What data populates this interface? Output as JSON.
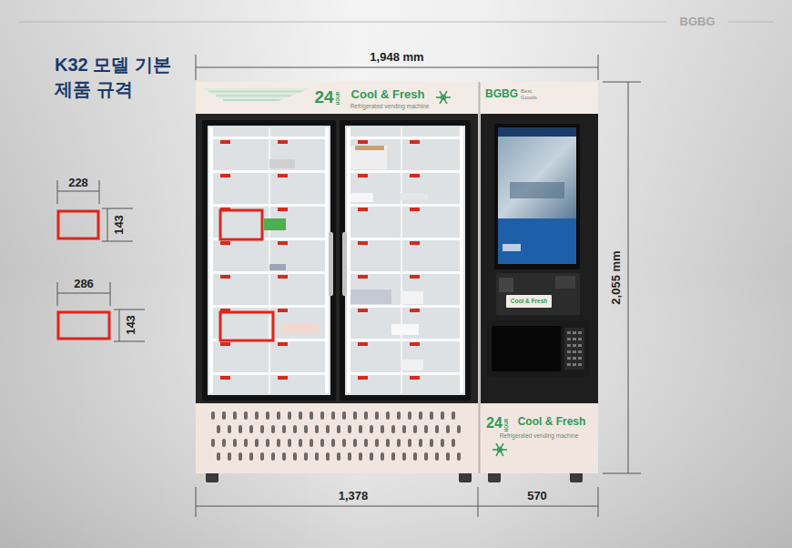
{
  "diagram": {
    "title": "K32 모델 기본 제품 규격",
    "labels": [
      "BGBG",
      "1,948 mm",
      "2,055 mm",
      "1,378",
      "570",
      "228",
      "143",
      "286",
      "143",
      "24",
      "HOUR",
      "Cool & Fresh",
      "Refrigerated vending machine",
      "BGBG",
      "Best Goods",
      "Cool & Fresh",
      "24",
      "HOUR",
      "Cool & Fresh",
      "Refrigerated vending machine"
    ]
  }
}
